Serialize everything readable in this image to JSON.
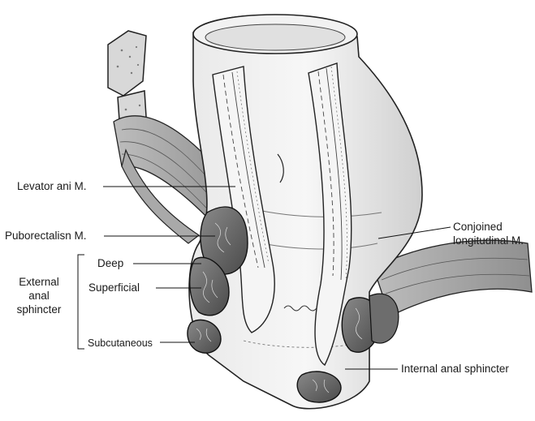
{
  "labels": {
    "levator_ani": "Levator ani M.",
    "puborectalis": "Puborectalisn M.",
    "external_line1": "External",
    "external_line2": "anal",
    "external_line3": "sphincter",
    "deep": "Deep",
    "superficial": "Superficial",
    "subcutaneous": "Subcutaneous",
    "conjoined_line1": "Conjoined",
    "conjoined_line2": "longitudinal M.",
    "internal_anal_sphincter": "Internal anal sphincter"
  }
}
